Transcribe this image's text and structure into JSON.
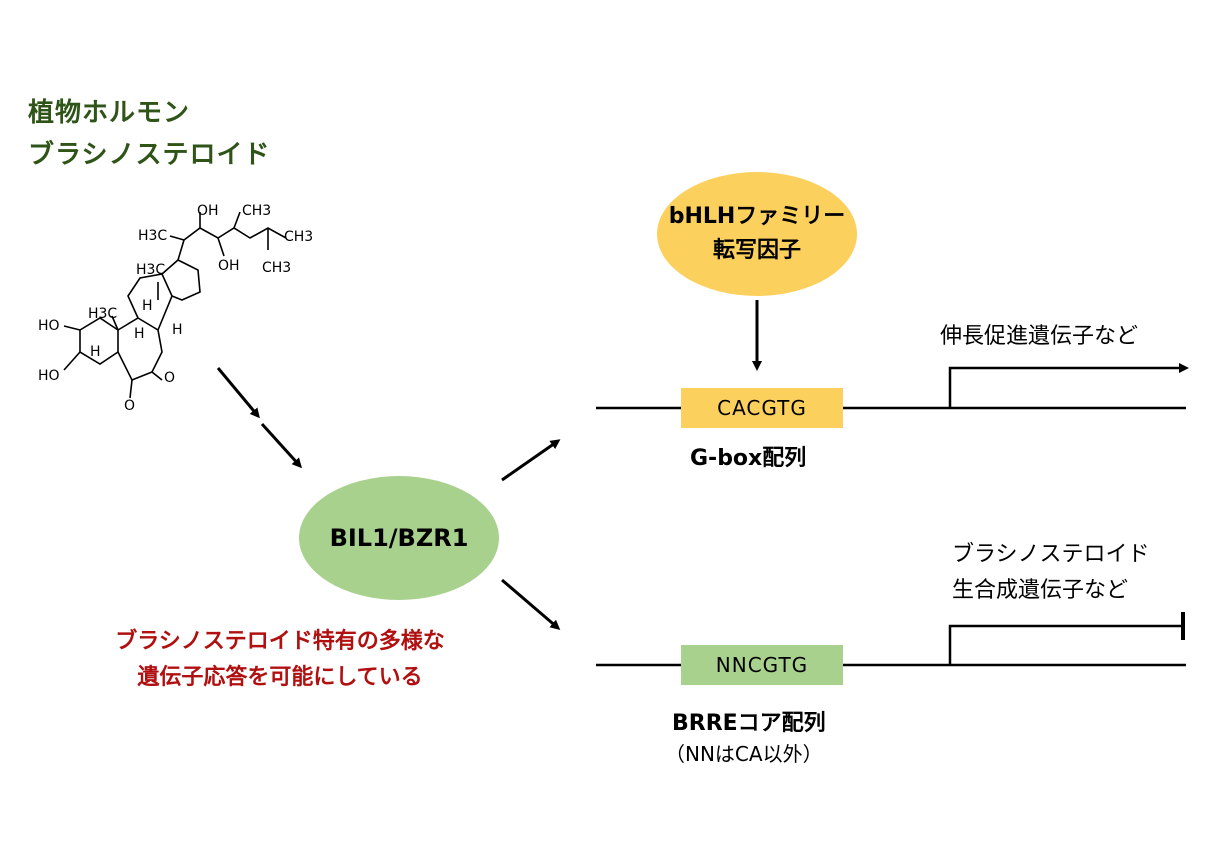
{
  "hormone": {
    "line1": "植物ホルモン",
    "line2": "ブラシノステロイド"
  },
  "molecule": {
    "labels": {
      "oh_top": "OH",
      "ch3_top": "CH3",
      "h3c_side": "H3C",
      "ch3_right": "CH3",
      "oh_mid": "OH",
      "ch3_bottom": "CH3",
      "h3c_ring": "H3C",
      "h_a": "H",
      "ho_upper": "HO",
      "h3c_left": "H3C",
      "h_b": "H",
      "h_c": "H",
      "h_left": "H",
      "ho_lower": "HO",
      "o_ring": "O",
      "o_carbonyl": "O"
    }
  },
  "factor": {
    "line1": "bHLHファミリー",
    "line2": "転写因子",
    "color": "#fbd05d"
  },
  "regulator": {
    "label": "BIL1/BZR1",
    "color": "#a9d18e"
  },
  "note": {
    "line1": "ブラシノステロイド特有の多様な",
    "line2": "遺伝子応答を可能にしている",
    "color": "#b01010"
  },
  "gbox": {
    "sequence": "CACGTG",
    "caption": "G-box配列",
    "color": "#fbd05d",
    "target": "伸長促進遺伝子など"
  },
  "brre": {
    "sequence": "NNCGTG",
    "caption": "BRREコア配列",
    "subcaption": "（NNはCA以外）",
    "color": "#a9d18e",
    "target_line1": "ブラシノステロイド",
    "target_line2": "生合成遺伝子など"
  }
}
